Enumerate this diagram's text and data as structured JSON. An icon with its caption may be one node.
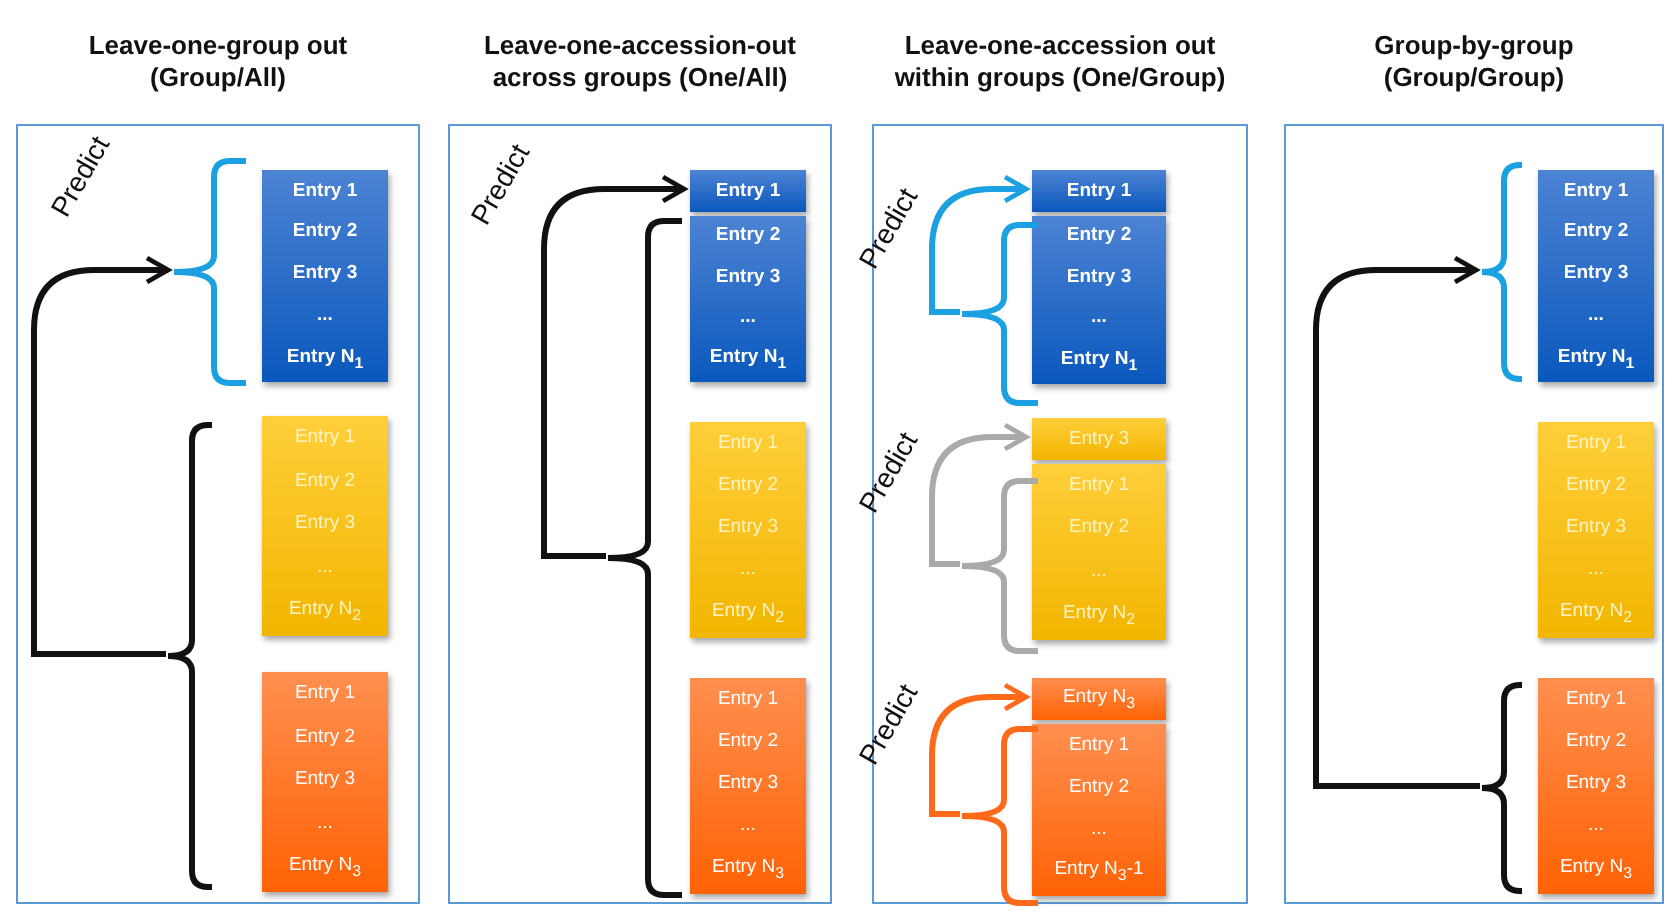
{
  "diagram": {
    "nodes": [
      {
        "text": [
          "Leave-one-group out (Group/All)"
        ]
      },
      {
        "text": [
          "Entry 1",
          "Entry 2",
          "Entry 3",
          "...",
          "Entry N$_{1}$"
        ],
        "in": 0
      },
      {
        "text": [
          "Entry 1",
          "Entry 2",
          "Entry 3",
          "...",
          "Entry N$_{2}$"
        ],
        "in": 0
      },
      {
        "text": [
          "Entry 1",
          "Entry 2",
          "Entry 3",
          "...",
          "Entry N$_{3}$"
        ],
        "in": 0
      },
      {
        "text": [],
        "shape": "bracket",
        "in": 0
      },
      {
        "text": [],
        "shape": "bracket",
        "in": 0
      },
      {
        "text": [
          "Leave-one-accession-out across groups (One/All)"
        ]
      },
      {
        "text": [
          "Entry 1"
        ],
        "in": 6
      },
      {
        "text": [
          "Entry 2",
          "Entry 3",
          "...",
          "Entry N$_{1}$"
        ],
        "in": 6
      },
      {
        "text": [
          "Entry 1",
          "Entry 2",
          "Entry 3",
          "...",
          "Entry N$_{2}$"
        ],
        "in": 6
      },
      {
        "text": [
          "Entry 1",
          "Entry 2",
          "Entry 3",
          "...",
          "Entry N$_{3}$"
        ],
        "in": 6
      },
      {
        "text": [],
        "shape": "bracket",
        "in": 6
      },
      {
        "text": [
          "Leave-one-accession out within groups (One/Group)"
        ]
      },
      {
        "text": [
          "Entry 1"
        ],
        "in": 12
      },
      {
        "text": [
          "Entry 2",
          "Entry 3",
          "...",
          "Entry N$_{1}$"
        ],
        "in": 12
      },
      {
        "text": [],
        "shape": "bracket",
        "in": 12
      },
      {
        "text": [
          "Entry 3"
        ],
        "in": 12
      },
      {
        "text": [
          "Entry 1",
          "Entry 2",
          "...",
          "Entry N$_{2}$"
        ],
        "in": 12
      },
      {
        "text": [],
        "shape": "bracket",
        "in": 12
      },
      {
        "text": [
          "Entry N$_{3}$"
        ],
        "in": 12
      },
      {
        "text": [
          "Entry 1",
          "Entry 2",
          "...",
          "Entry N$_{3}$-1"
        ],
        "in": 12
      },
      {
        "text": [],
        "shape": "bracket",
        "in": 12
      },
      {
        "text": [
          "Group-by-group (Group/Group)"
        ]
      },
      {
        "text": [
          "Entry 1",
          "Entry 2",
          "Entry 3",
          "...",
          "Entry N$_{1}$"
        ],
        "in": 22
      },
      {
        "text": [
          "Entry 1",
          "Entry 2",
          "Entry 3",
          "...",
          "Entry N$_{2}$"
        ],
        "in": 22
      },
      {
        "text": [
          "Entry 1",
          "Entry 2",
          "Entry 3",
          "...",
          "Entry N$_{3}$"
        ],
        "in": 22
      },
      {
        "text": [],
        "shape": "bracket",
        "in": 22
      },
      {
        "text": [],
        "shape": "bracket",
        "in": 22
      }
    ],
    "edges": [
      {
        "from": 5,
        "to": 4,
        "arrow": "to",
        "label": "Predict"
      },
      {
        "from": 11,
        "to": 7,
        "arrow": "to",
        "label": "Predict"
      },
      {
        "from": 15,
        "to": 13,
        "arrow": "to",
        "label": "Predict",
        "color": "#1ba1e2"
      },
      {
        "from": 18,
        "to": 16,
        "arrow": "to",
        "label": "Predict",
        "color": "#aaaaaa"
      },
      {
        "from": 21,
        "to": 19,
        "arrow": "to",
        "label": "Predict",
        "color": "#ff6a1a"
      },
      {
        "from": 27,
        "to": 26,
        "arrow": "to"
      }
    ]
  }
}
